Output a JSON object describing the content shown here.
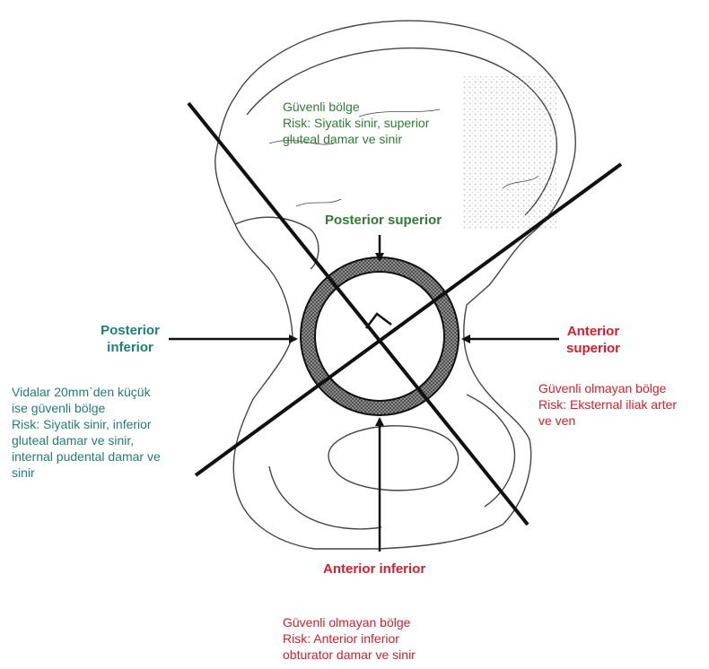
{
  "colors": {
    "safe_zone": "#2e7d32",
    "posterior_inferior": "#1f7f73",
    "unsafe_zone": "#d21f2a",
    "line": "#111111",
    "bone_outline": "#444444"
  },
  "quadrants": {
    "posterior_superior": {
      "title": "Posterior superior",
      "description": "Güvenli bölge\nRisk: Siyatik sinir, superior\ngluteal damar ve sinir"
    },
    "posterior_inferior": {
      "title": "Posterior\ninferior",
      "description": "Vidalar 20mm`den küçük\nise güvenli bölge\nRisk: Siyatik sinir, inferior\ngluteal damar ve sinir,\ninternal pudental damar ve\nsinir"
    },
    "anterior_superior": {
      "title": "Anterior\nsuperior",
      "description": "Güvenli olmayan bölge\nRisk: Eksternal iliak arter\nve ven"
    },
    "anterior_inferior": {
      "title": "Anterior inferior",
      "description": "Güvenli olmayan bölge\nRisk: Anterior inferior\nobturator damar ve sinir"
    }
  }
}
